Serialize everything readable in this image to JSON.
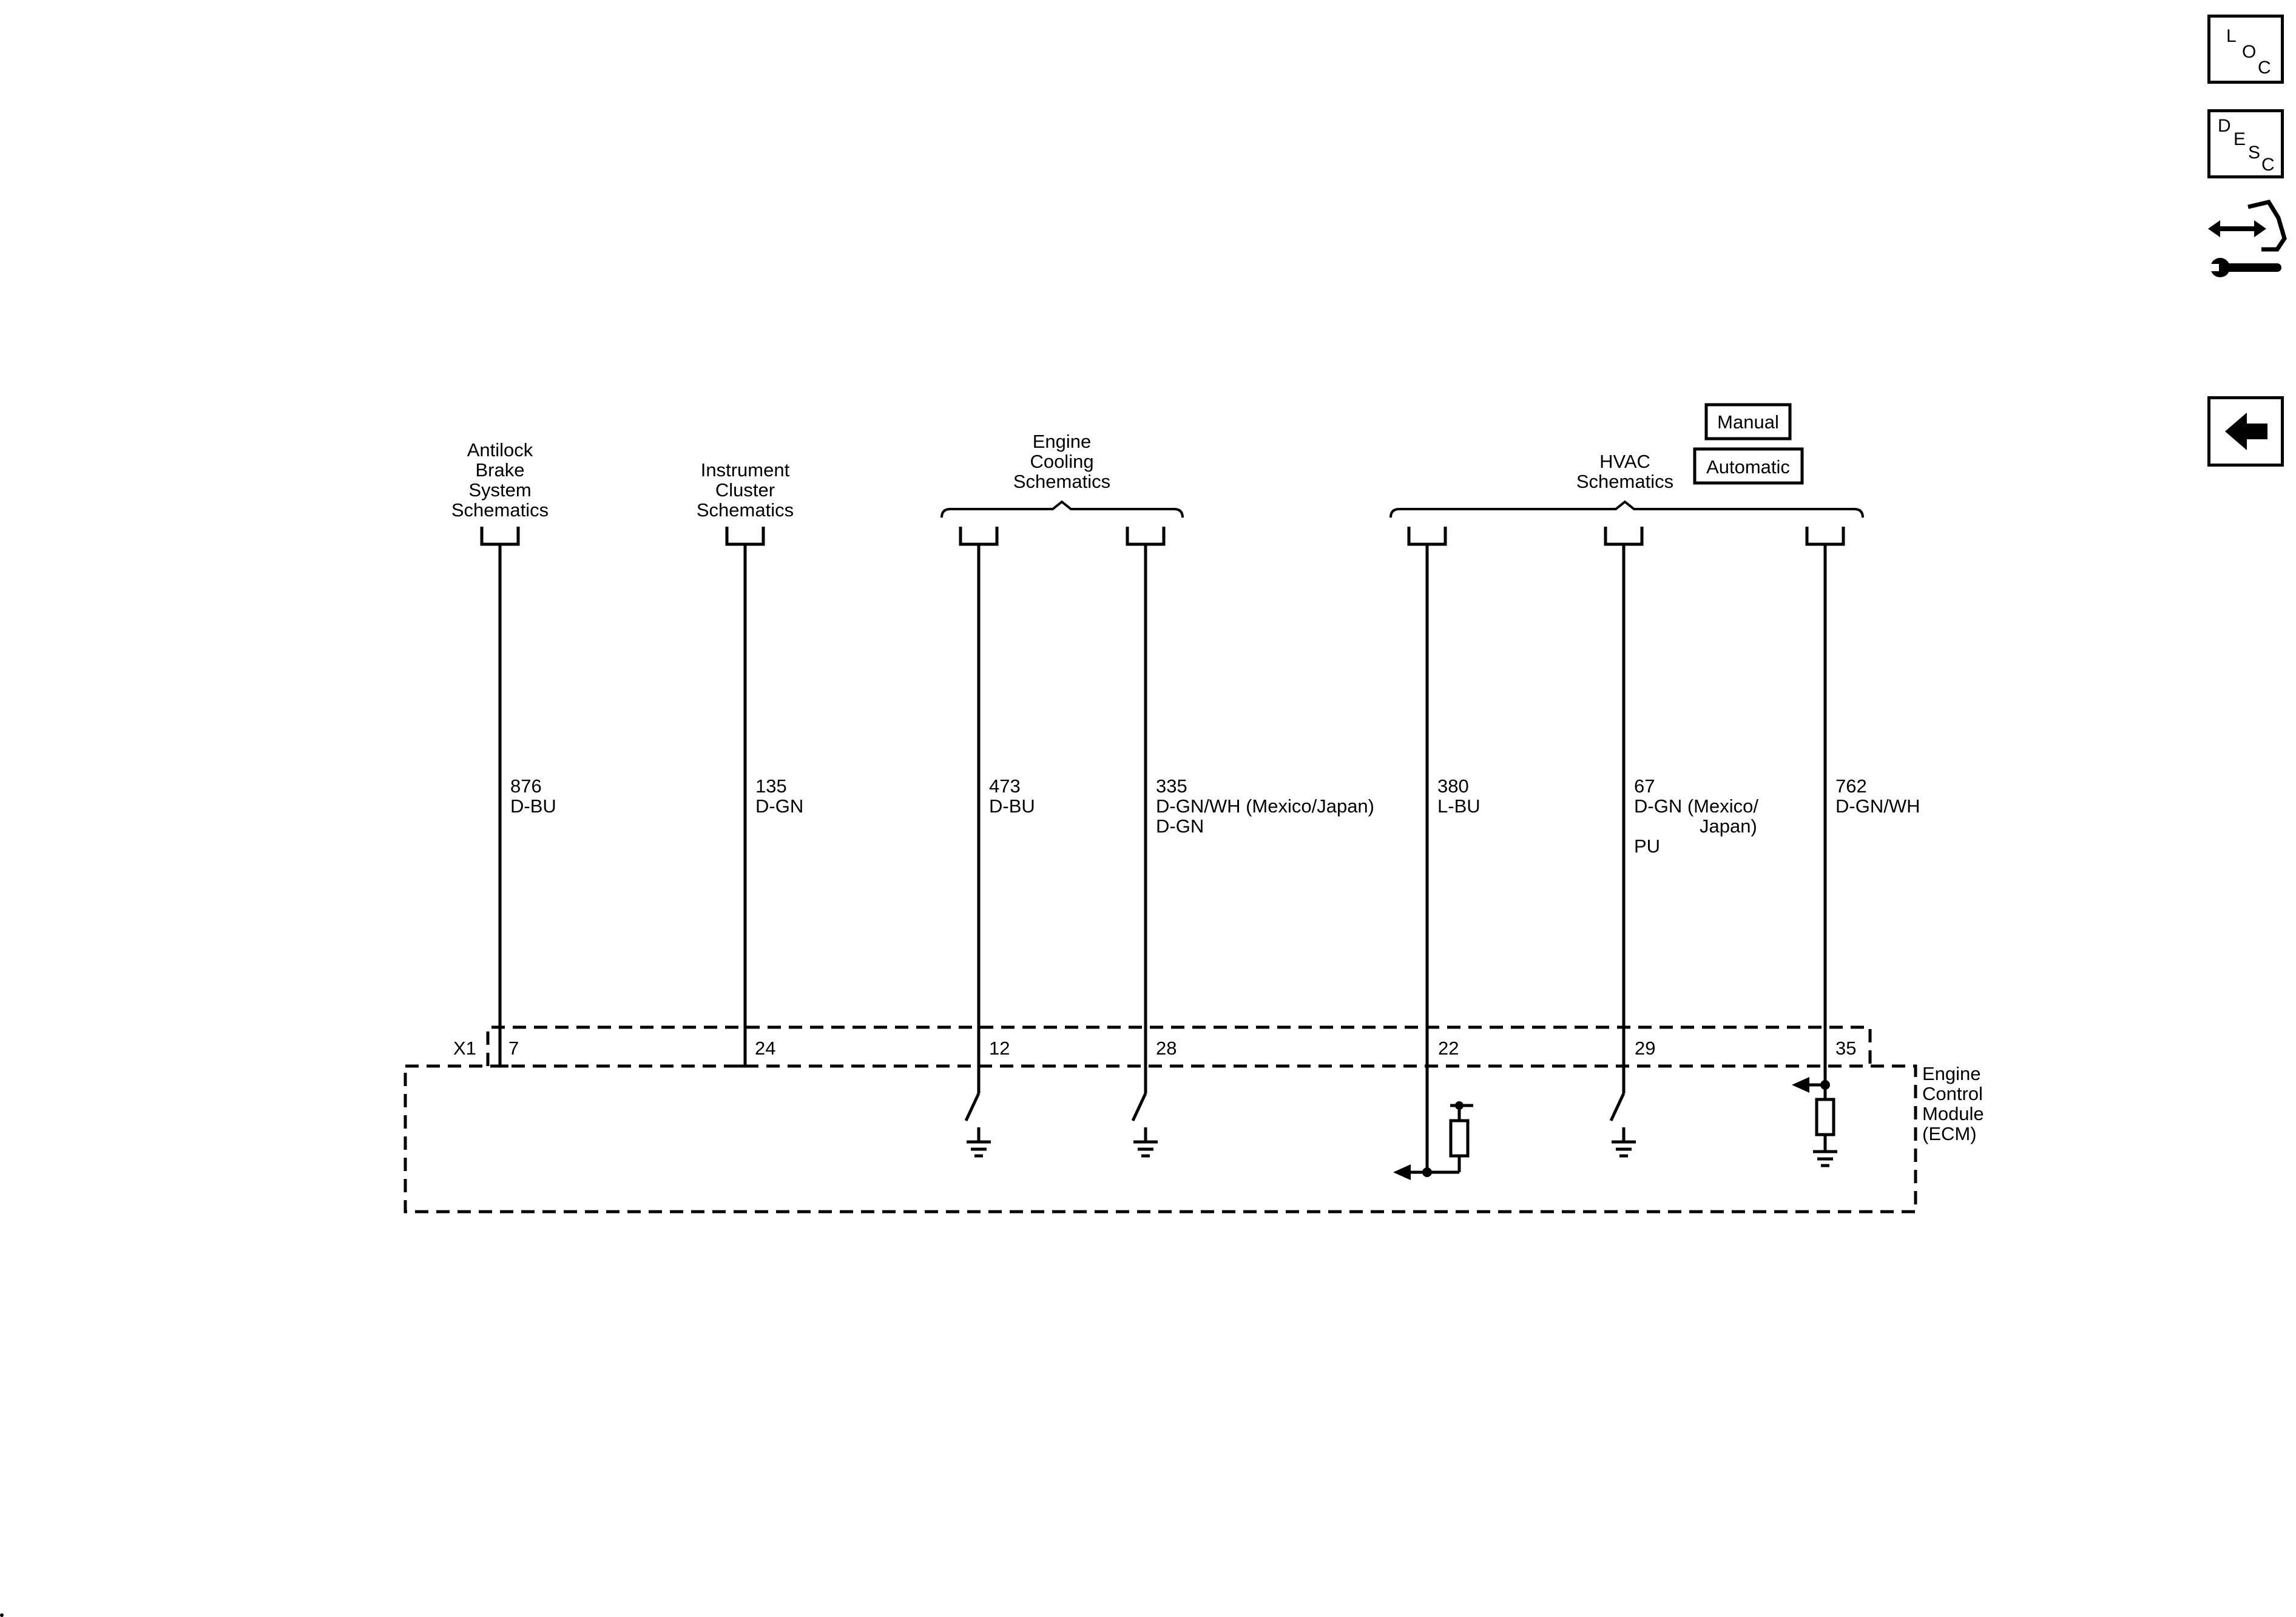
{
  "nav": {
    "loc": {
      "letters": [
        "L",
        "O",
        "C"
      ]
    },
    "desc": {
      "letters": [
        "D",
        "E",
        "S",
        "C"
      ]
    }
  },
  "destinations": {
    "abs": [
      "Antilock",
      "Brake",
      "System",
      "Schematics"
    ],
    "cluster": [
      "Instrument",
      "Cluster",
      "Schematics"
    ],
    "cooling": [
      "Engine",
      "Cooling",
      "Schematics"
    ],
    "hvac": [
      "HVAC",
      "Schematics"
    ]
  },
  "hvac_buttons": {
    "manual": "Manual",
    "automatic": "Automatic"
  },
  "circuits": [
    {
      "circuit": "876",
      "color": "D-BU",
      "pin": "7"
    },
    {
      "circuit": "135",
      "color": "D-GN",
      "pin": "24"
    },
    {
      "circuit": "473",
      "color": "D-BU",
      "pin": "12"
    },
    {
      "circuit": "335",
      "color": "D-GN/WH (Mexico/Japan)",
      "color2": "D-GN",
      "pin": "28"
    },
    {
      "circuit": "380",
      "color": "L-BU",
      "pin": "22"
    },
    {
      "circuit": "67",
      "color": "D-GN (Mexico/",
      "color_cont": "Japan)",
      "color2": "PU",
      "pin": "29"
    },
    {
      "circuit": "762",
      "color": "D-GN/WH",
      "pin": "35"
    }
  ],
  "connector": "X1",
  "module": [
    "Engine",
    "Control",
    "Module",
    "(ECM)"
  ]
}
